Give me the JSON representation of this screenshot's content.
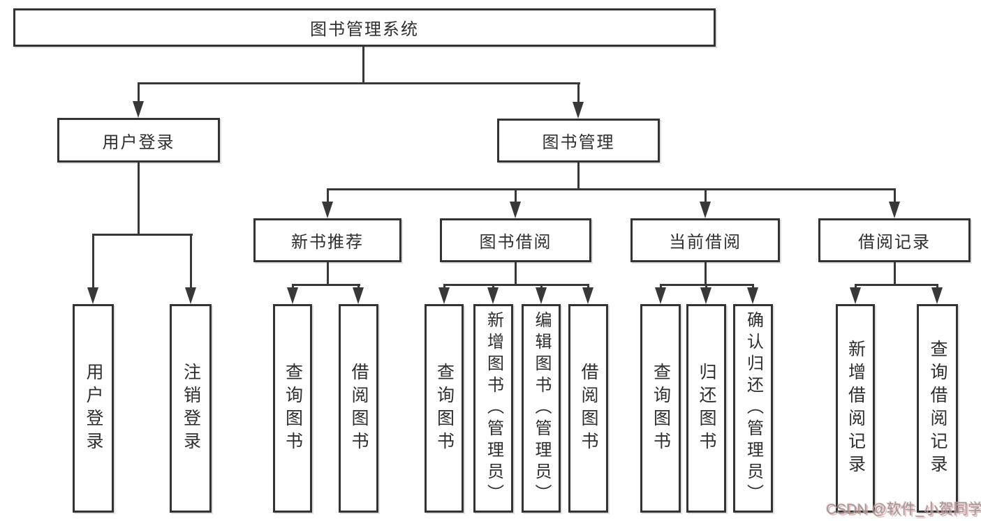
{
  "diagram": {
    "type": "tree",
    "title": "图书管理系统",
    "tree": {
      "label": "图书管理系统",
      "children": [
        {
          "label": "用户登录",
          "children": [
            {
              "label": "用户登录"
            },
            {
              "label": "注销登录"
            }
          ]
        },
        {
          "label": "图书管理",
          "children": [
            {
              "label": "新书推荐",
              "children": [
                {
                  "label": "查询图书"
                },
                {
                  "label": "借阅图书"
                }
              ]
            },
            {
              "label": "图书借阅",
              "children": [
                {
                  "label": "查询图书"
                },
                {
                  "label": "新增图书（管理员）"
                },
                {
                  "label": "编辑图书（管理员）"
                },
                {
                  "label": "借阅图书"
                }
              ]
            },
            {
              "label": "当前借阅",
              "children": [
                {
                  "label": "查询图书"
                },
                {
                  "label": "归还图书"
                },
                {
                  "label": "确认归还（管理员）"
                }
              ]
            },
            {
              "label": "借阅记录",
              "children": [
                {
                  "label": "新增借阅记录"
                },
                {
                  "label": "查询借阅记录"
                }
              ]
            }
          ]
        }
      ]
    }
  },
  "watermark": {
    "text": "CSDN @软件_小贺同学"
  },
  "colors": {
    "line": "#383838",
    "box_border": "#333333",
    "text": "#2e2e2e",
    "background": "#ffffff",
    "watermark_text": "#9a9a9a",
    "watermark_shadow": "#e79e9e"
  }
}
